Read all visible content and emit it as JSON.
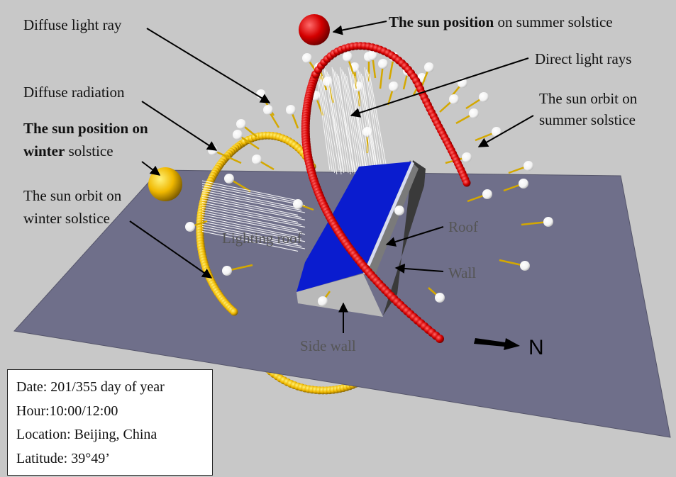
{
  "labels": {
    "diffuse_light_ray": "Diffuse light ray",
    "sun_summer_bold": "The sun position",
    "sun_summer_rest": " on summer solstice",
    "direct_light_rays": "Direct light rays",
    "diffuse_radiation": "Diffuse radiation",
    "orbit_summer_1": "The sun orbit on",
    "orbit_summer_2": "summer solstice",
    "sun_winter_1": "The sun position on",
    "sun_winter_2a": "winter",
    "sun_winter_2b": " solstice",
    "orbit_winter_1": "The sun orbit on",
    "orbit_winter_2": "winter solstice",
    "lighting_roof": "Lighting roof",
    "roof": "Roof",
    "wall": "Wall",
    "side_wall": "Side wall",
    "north": "N"
  },
  "info": {
    "date": "Date: 201/355 day of year",
    "hour": "Hour:10:00/12:00",
    "location": "Location: Beijing, China",
    "latitude": "Latitude: 39°49’"
  },
  "colors": {
    "background": "#c8c8c8",
    "ground": "#6f6f8a",
    "roof_blue": "#0a1ccf",
    "summer_orbit": "#e01010",
    "winter_orbit": "#f5c800",
    "ray_white": "#ffffff"
  }
}
